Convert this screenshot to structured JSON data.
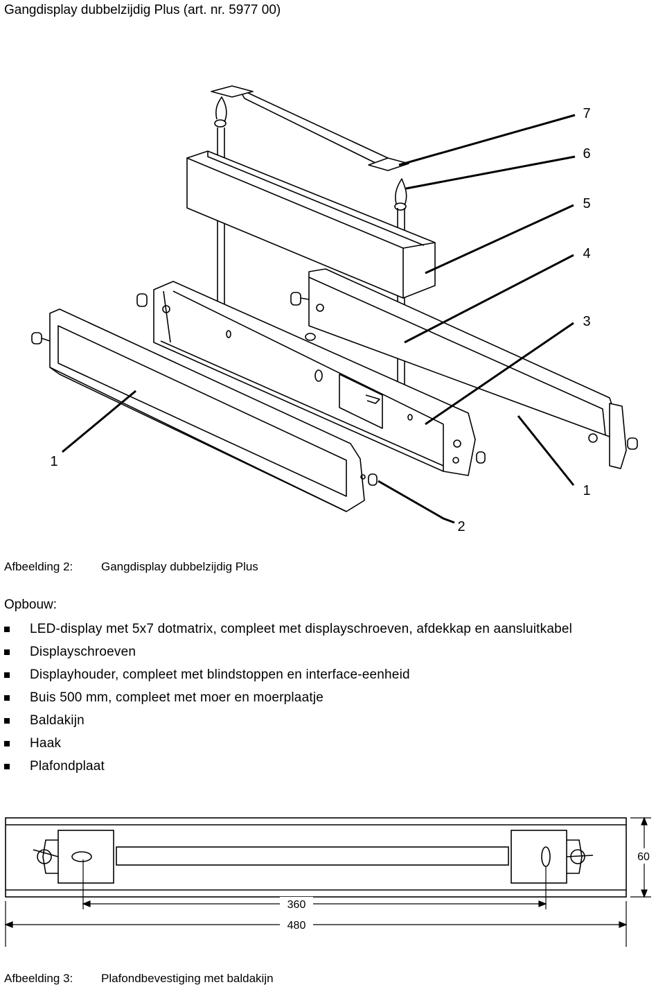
{
  "page": {
    "title": "Gangdisplay dubbelzijdig Plus (art. nr. 5977 00)"
  },
  "figure2": {
    "callouts": {
      "c7": "7",
      "c6": "6",
      "c5": "5",
      "c4": "4",
      "c3": "3",
      "c1_left": "1",
      "c1_right": "1",
      "c2": "2"
    },
    "caption_label": "Afbeelding 2:",
    "caption_text": "Gangdisplay dubbelzijdig Plus"
  },
  "parts": {
    "heading": "Opbouw:",
    "items": [
      "LED-display met 5x7 dotmatrix, compleet met displayschroeven, afdekkap en aansluitkabel",
      "Displayschroeven",
      "Displayhouder, compleet met blindstoppen en interface-eenheid",
      "Buis 500 mm, compleet met moer en moerplaatje",
      "Baldakijn",
      "Haak",
      "Plafondplaat"
    ]
  },
  "figure3": {
    "dim_height": "60",
    "dim_inner": "360",
    "dim_outer": "480",
    "caption_label": "Afbeelding 3:",
    "caption_text": "Plafondbevestiging met baldakijn"
  }
}
